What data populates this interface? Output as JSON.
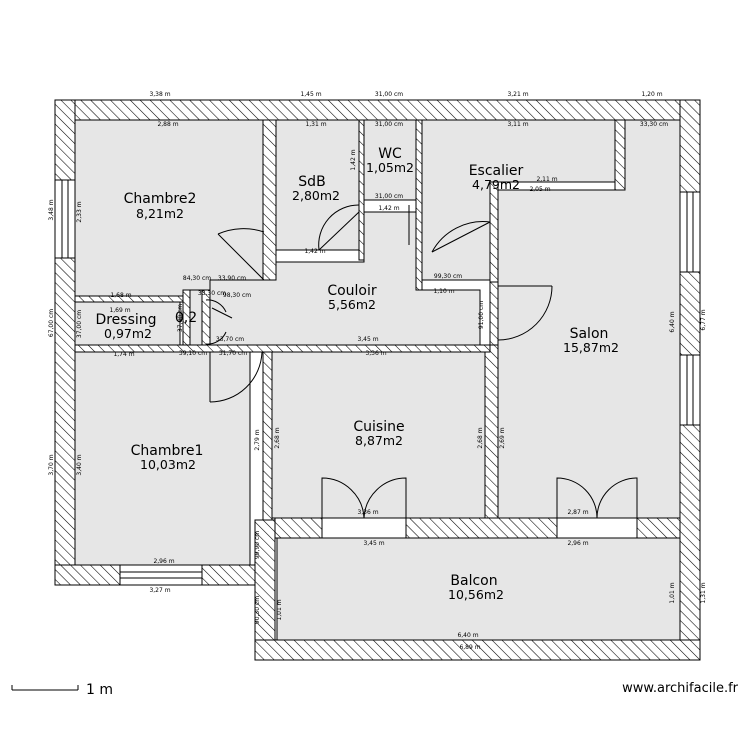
{
  "rooms": {
    "chambre2": {
      "name": "Chambre2",
      "area": "8,21m2"
    },
    "sdb": {
      "name": "SdB",
      "area": "2,80m2"
    },
    "wc": {
      "name": "WC",
      "area": "1,05m2"
    },
    "escalier": {
      "name": "Escalier",
      "area": "4,79m2"
    },
    "dressing": {
      "name": "Dressing",
      "area": "0,97m2"
    },
    "placard": {
      "name": "0,2"
    },
    "couloir": {
      "name": "Couloir",
      "area": "5,56m2"
    },
    "salon": {
      "name": "Salon",
      "area": "15,87m2"
    },
    "cuisine": {
      "name": "Cuisine",
      "area": "8,87m2"
    },
    "chambre1": {
      "name": "Chambre1",
      "area": "10,03m2"
    },
    "balcon": {
      "name": "Balcon",
      "area": "10,56m2"
    }
  },
  "dimensions": {
    "top_outer": [
      "3,38 m",
      "1,45 m",
      "31,00 cm",
      "3,21 m",
      "1,20 m"
    ],
    "top_inner": [
      "2,88 m",
      "1,31 m",
      "3,11 m",
      "33,30 cm"
    ],
    "escalier_step": [
      "2,11 m",
      "2,05 m"
    ],
    "left": [
      "3,48 m",
      "2,33 m",
      "67,00 cm",
      "37,00 cm",
      "3,70 m",
      "3,40 m"
    ],
    "right": [
      "6,40 m",
      "6,77 m",
      "1,01 m",
      "1,31 m"
    ],
    "couloir_top": [
      "1,42 m",
      "33,30 cm",
      "99,30 cm",
      "1,10 m"
    ],
    "couloir_bottom": [
      "3,45 m",
      "3,36 m"
    ],
    "dressing": [
      "1,68 m",
      "1,69 m",
      "1,74 m"
    ],
    "small": [
      "84,30 cm",
      "33,90 cm",
      "98,30 cm",
      "33,70 cm",
      "37,00 cm",
      "39,10 cm",
      "31,70 cm",
      "91,00 cm"
    ],
    "middle_walls": [
      "2,79 m",
      "2,68 m",
      "2,68 m",
      "2,69 m",
      "99,90 cm",
      "90,30 cm",
      "1,01 m"
    ],
    "bottom_inner": [
      "2,96 m",
      "3,36 m",
      "2,87 m",
      "3,45 m",
      "2,96 m"
    ],
    "bottom_outer": [
      "3,27 m",
      "6,40 m",
      "6,89 m"
    ],
    "wc_dims": [
      "31,00 cm",
      "31,00 cm",
      "1,42 m",
      "1,42 m"
    ]
  },
  "scale_label": "1 m",
  "credit": "www.archifacile.fr"
}
